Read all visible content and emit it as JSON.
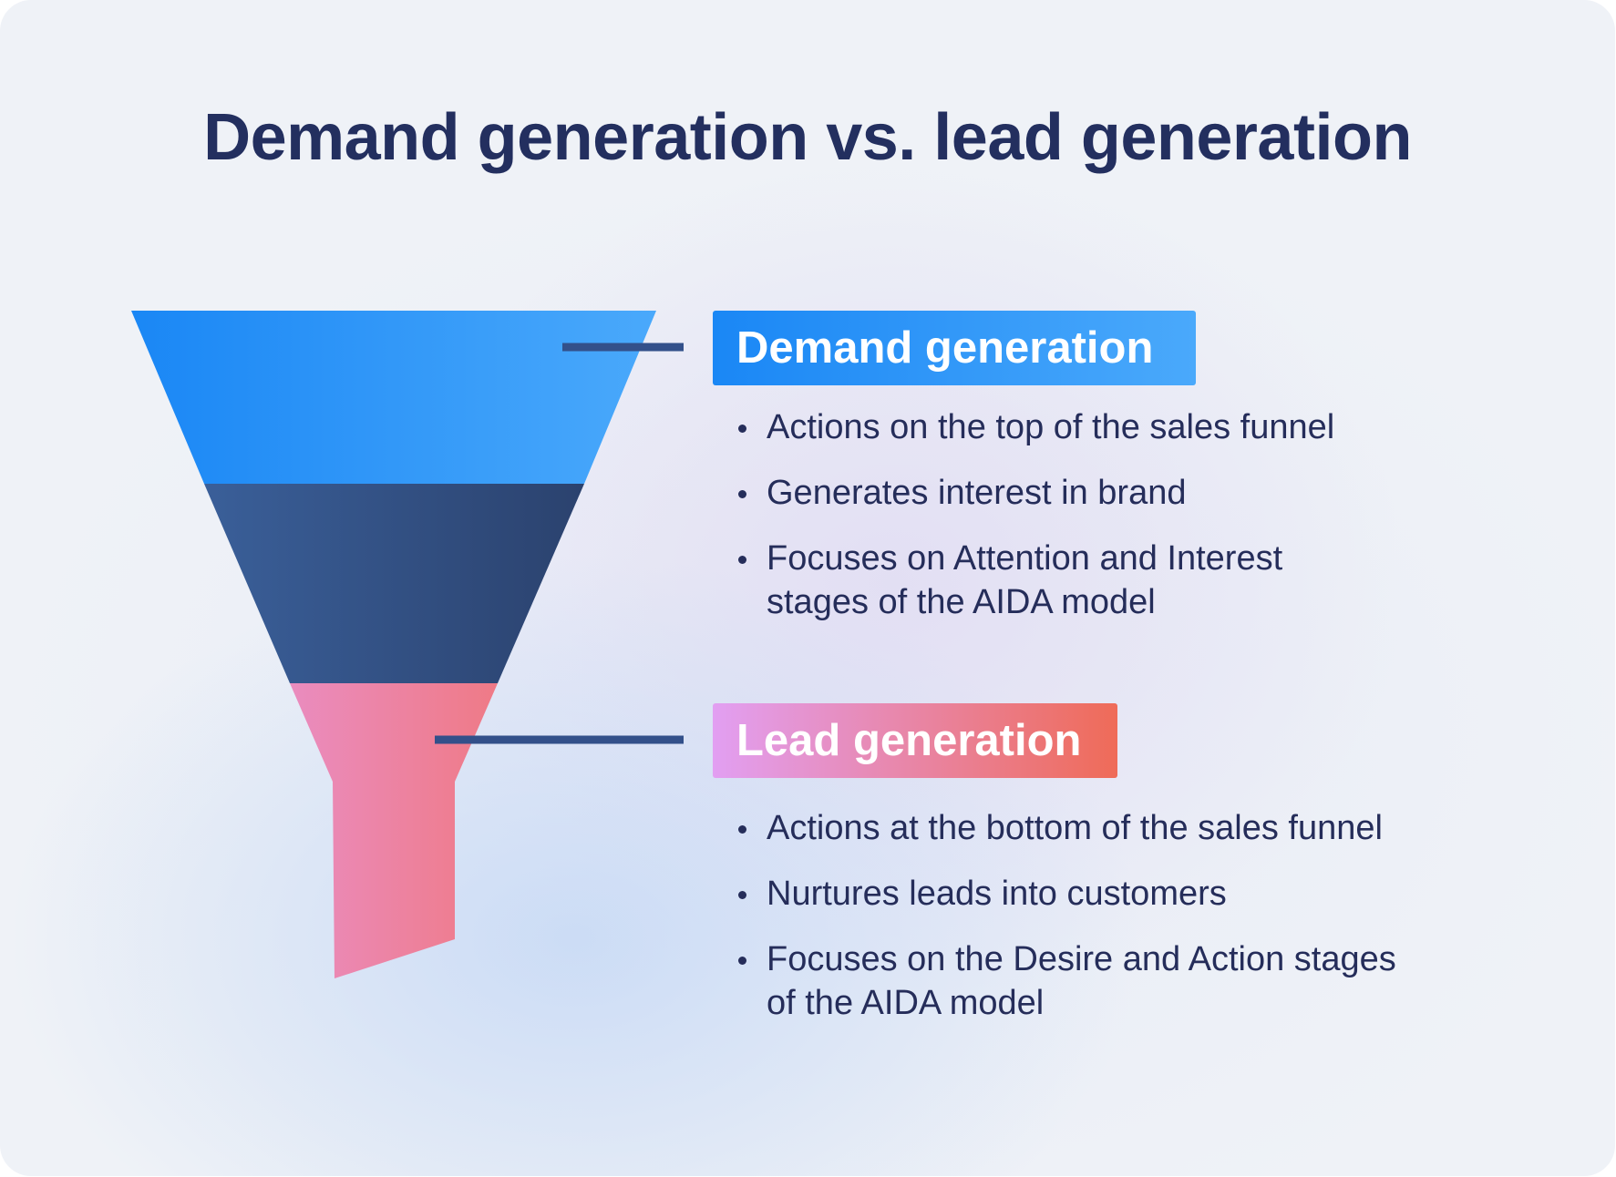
{
  "title": "Demand generation vs. lead generation",
  "colors": {
    "title_text": "#232f5f",
    "body_text": "#252d5a",
    "funnel_top": [
      "#1a87f5",
      "#4aa9fb"
    ],
    "funnel_middle": [
      "#3a5f99",
      "#2b426e"
    ],
    "funnel_bottom": [
      "#ea8cbf",
      "#ef7a86"
    ],
    "connector": "#33508a"
  },
  "sections": [
    {
      "label": "Demand generation",
      "bullets": [
        "Actions on the top of the sales funnel",
        "Generates interest in brand",
        "Focuses on Attention and Interest\nstages of the AIDA model"
      ]
    },
    {
      "label": "Lead generation",
      "bullets": [
        "Actions at the bottom of the sales funnel",
        "Nurtures leads into customers",
        "Focuses on the Desire and Action stages\nof the AIDA model"
      ]
    }
  ]
}
